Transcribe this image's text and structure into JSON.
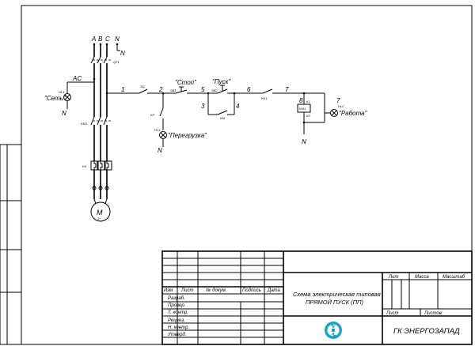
{
  "phases": {
    "a": "A",
    "b": "B",
    "c": "C",
    "n": "N"
  },
  "labels": {
    "n": "N",
    "ac": "AC",
    "set": "\"Сеть\"",
    "stop": "\"Стоп\"",
    "pusk": "\"Пуск\"",
    "peregruzka": "\"Перегрузка\"",
    "rabota": "\"Работа\"",
    "motor": "M"
  },
  "nodes": [
    "1",
    "2",
    "3",
    "4",
    "5",
    "6",
    "7",
    "8",
    "7"
  ],
  "designators": {
    "qf1": "QF1",
    "hl1": "HL1",
    "km1": "KM1",
    "kk": "KK",
    "sq": "SQ",
    "sb1": "SB1",
    "sb2": "SB2",
    "kk1": "KK1",
    "hl2": "HL2",
    "hl3": "HL3",
    "km": "KM",
    "km2": "KM1",
    "k1": "K1",
    "k2": "K2",
    "kp": "KP"
  },
  "title_block": {
    "rows": [
      "Изм",
      "Лист",
      "№ докум.",
      "Подпись",
      "Дата"
    ],
    "roles": [
      "Разраб.",
      "Провер.",
      "Т. контр.",
      "Реценз.",
      "Н. контр.",
      "Утверд."
    ],
    "title_line1": "Схема электрическая типовая",
    "title_line2": "ПРЯМОЙ ПУСК (ПП)",
    "lit": "Лит",
    "massa": "Масса",
    "masshtab": "Масштаб",
    "list": "Лист",
    "listov": "Листов",
    "org": "ГК ЭНЕРГОЗАПАД"
  },
  "colors": {
    "logo": "#1aa3c9",
    "ink": "#000000"
  }
}
